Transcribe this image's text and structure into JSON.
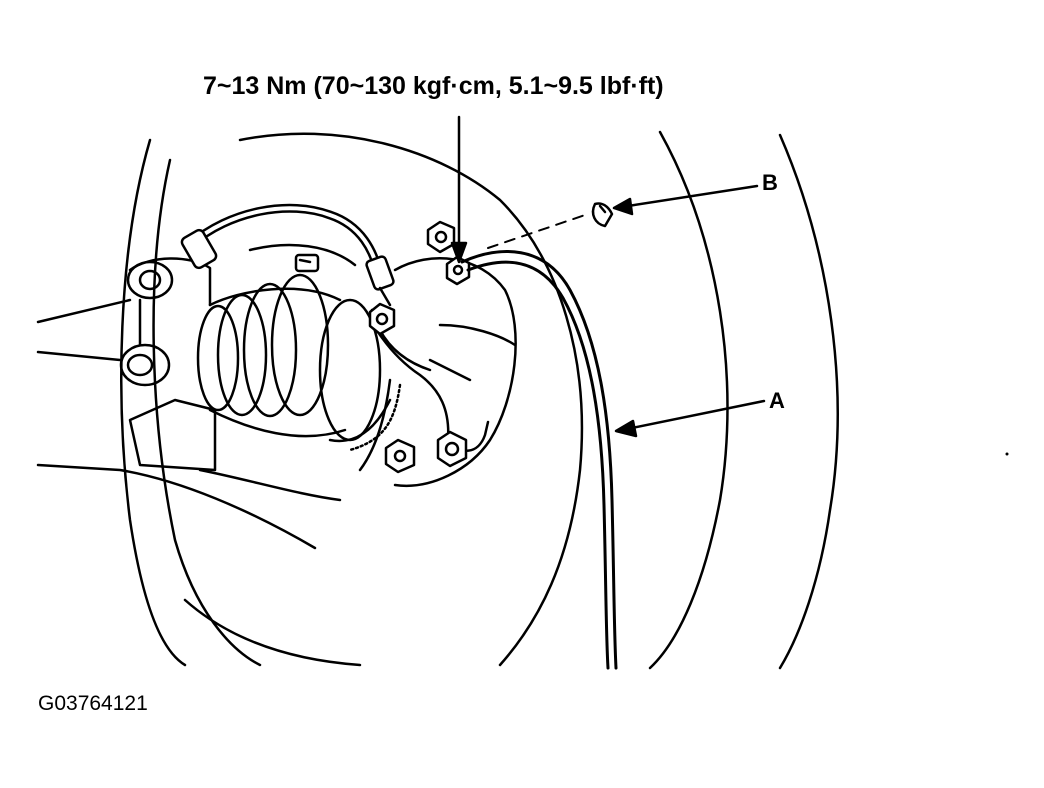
{
  "torque_spec": "7~13 Nm (70~130 kgf·cm, 5.1~9.5 lbf·ft)",
  "callouts": {
    "a": "A",
    "b": "B"
  },
  "figure_code": "G03764121"
}
